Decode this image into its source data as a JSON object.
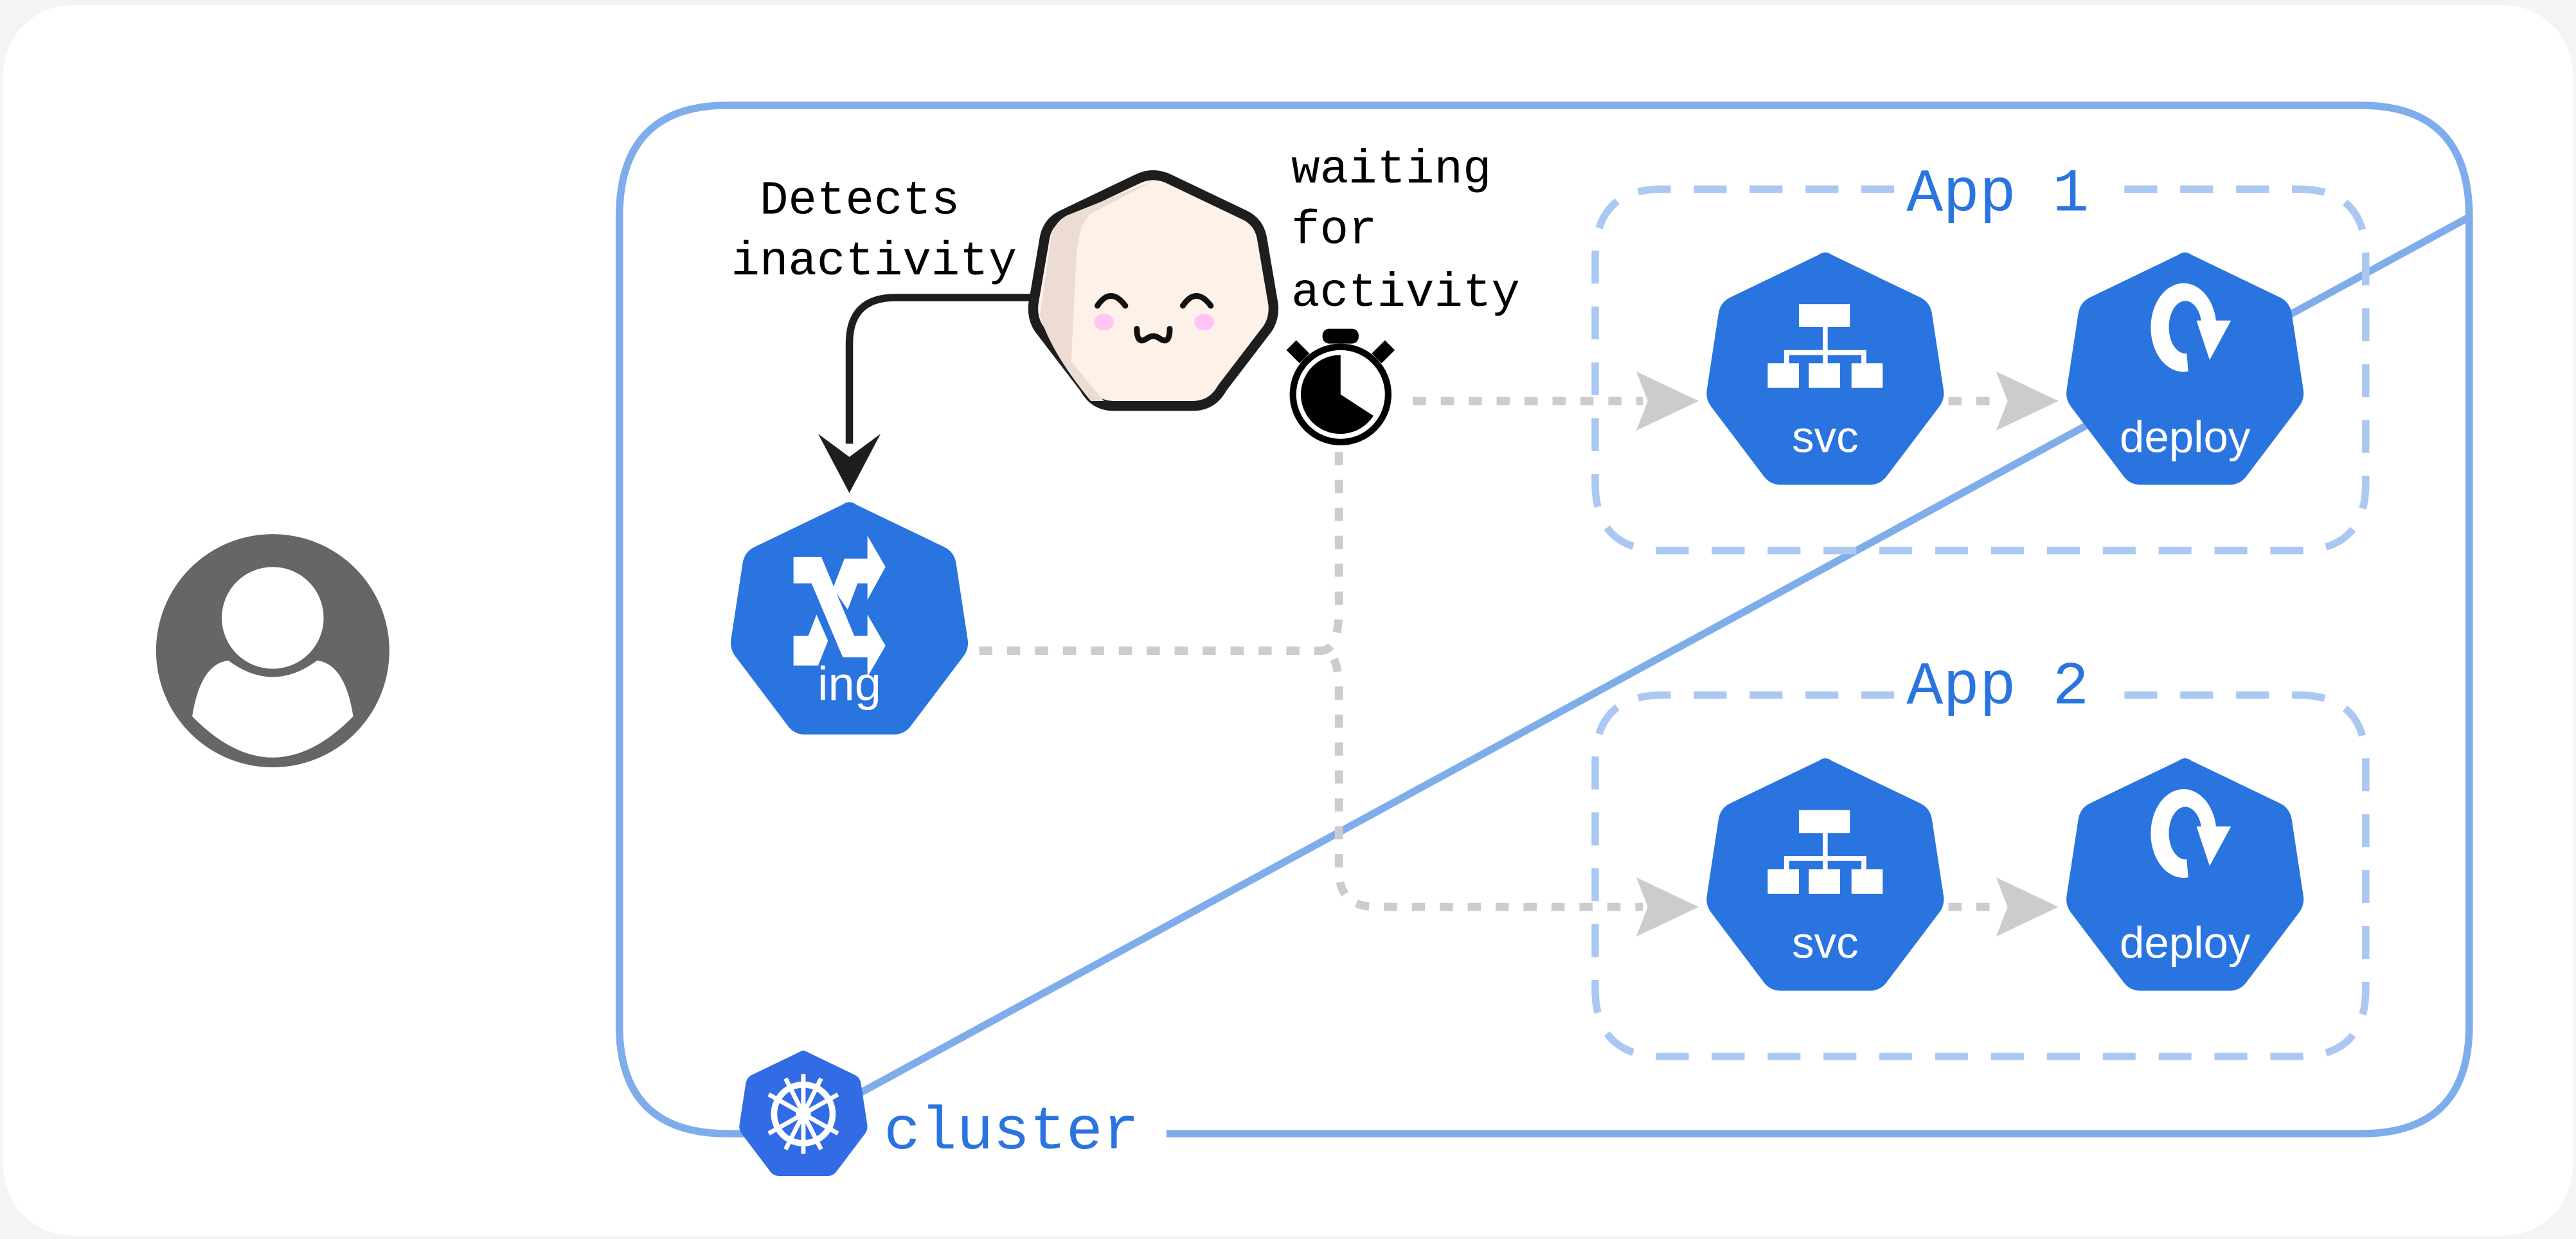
{
  "diagram": {
    "title": "Kubernetes scale-to-zero flow",
    "colors": {
      "background": "#f4f4f4",
      "card": "#ffffff",
      "cluster_border": "#7fadec",
      "app_border": "#abc8f2",
      "k8s_blue": "#2a74e0",
      "cluster_logo_blue": "#326ce5",
      "connector_gray": "#cccccc",
      "user_gray": "#666666",
      "text_black": "#000000",
      "mascot_fill": "#fdf1e8",
      "mascot_shade": "#ecdcd3",
      "mascot_outline": "#1e1e1e",
      "blush": "#ffc4f5"
    },
    "user": {
      "icon": "user-avatar-icon"
    },
    "cluster": {
      "label": "cluster",
      "icon": "kubernetes-helm-icon"
    },
    "ingress": {
      "label": "ing",
      "icon": "shuffle-arrows-icon"
    },
    "mascot": {
      "icon": "smiling-heptagon-mascot-icon"
    },
    "annotations": {
      "detects_line1": "Detects",
      "detects_line2": "inactivity",
      "waiting_line1": "waiting",
      "waiting_line2": "for",
      "waiting_line3": "activity"
    },
    "timer": {
      "icon": "stopwatch-icon"
    },
    "apps": [
      {
        "title": "App 1",
        "service": {
          "label": "svc",
          "icon": "network-hierarchy-icon"
        },
        "deployment": {
          "label": "deploy",
          "icon": "rotate-arrow-icon"
        }
      },
      {
        "title": "App 2",
        "service": {
          "label": "svc",
          "icon": "network-hierarchy-icon"
        },
        "deployment": {
          "label": "deploy",
          "icon": "rotate-arrow-icon"
        }
      }
    ]
  }
}
